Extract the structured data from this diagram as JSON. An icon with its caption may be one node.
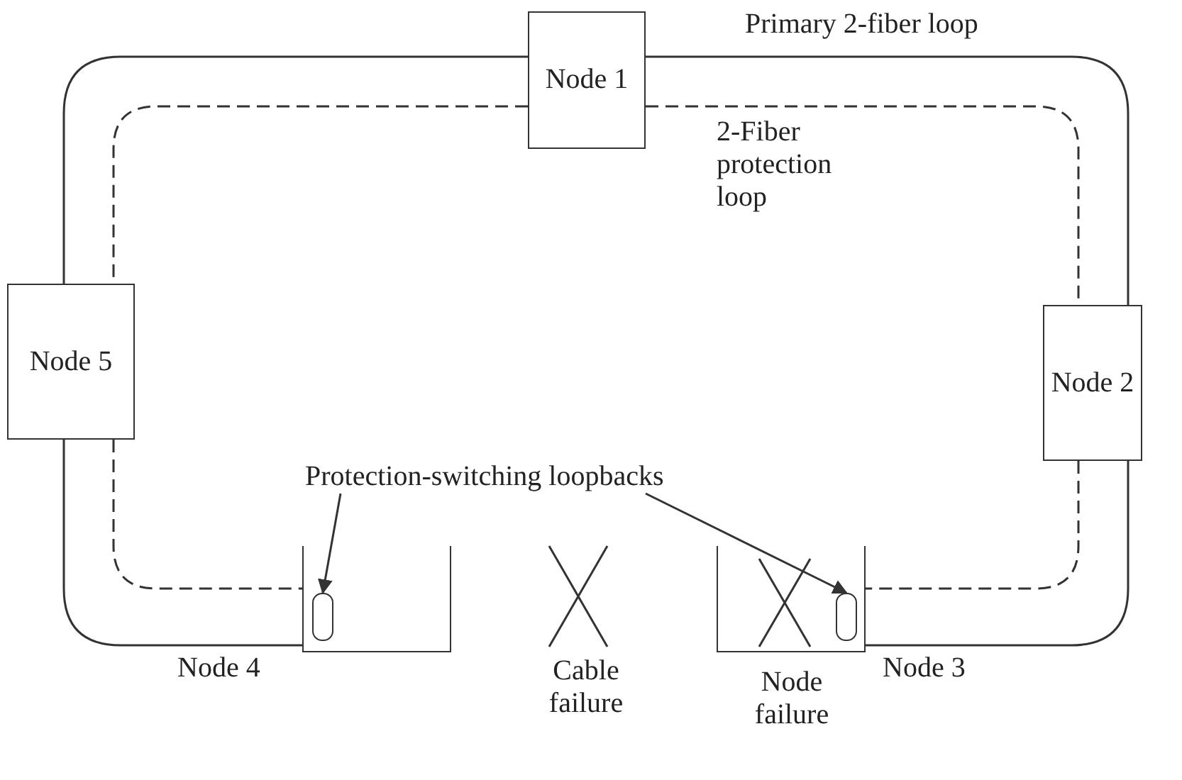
{
  "diagram": {
    "nodes": [
      {
        "text": [
          "Node 1"
        ]
      },
      {
        "text": [
          "Node 5"
        ]
      },
      {
        "text": [
          "Node 2"
        ]
      },
      {
        "text": [
          "Protection-switching loopbacks"
        ]
      },
      {
        "text": [],
        "shape": "box",
        "beside": [
          "Node 4"
        ]
      },
      {
        "text": [],
        "shape": "box",
        "in": 4
      },
      {
        "text": [],
        "shape": "box",
        "beside": [
          "Node 3"
        ]
      },
      {
        "text": [],
        "shape": "box",
        "in": 6
      }
    ],
    "edges": [
      {
        "from": 0,
        "to": 2,
        "arrow": "none"
      },
      {
        "from": 0,
        "to": 2,
        "arrow": "none",
        "style": "dashed"
      },
      {
        "from": 0,
        "to": 1,
        "arrow": "none"
      },
      {
        "from": 0,
        "to": 1,
        "arrow": "none",
        "style": "dashed"
      },
      {
        "from": 2,
        "to": 6,
        "arrow": "none"
      },
      {
        "from": 2,
        "to": 6,
        "arrow": "none",
        "style": "dashed"
      },
      {
        "from": 1,
        "to": 4,
        "arrow": "none"
      },
      {
        "from": 1,
        "to": 4,
        "arrow": "none",
        "style": "dashed"
      },
      {
        "from": 3,
        "to": 5,
        "arrow": "to"
      },
      {
        "from": 3,
        "to": 7,
        "arrow": "to"
      }
    ],
    "labels": [
      "Primary 2-fiber loop",
      "2-Fiber protection loop",
      "Cable failure",
      "Node failure"
    ]
  }
}
